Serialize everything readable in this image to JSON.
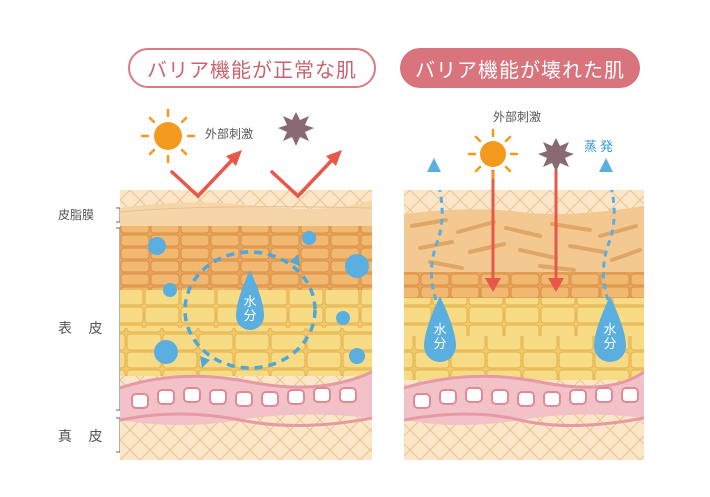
{
  "titles": {
    "normal": "バリア機能が正常な肌",
    "broken": "バリア機能が壊れた肌"
  },
  "labels": {
    "external_left": "外部刺激",
    "external_right": "外部刺激",
    "evaporation": "蒸発",
    "water": "水分"
  },
  "layers": {
    "sebum": "皮脂膜",
    "epidermis": "表 皮",
    "dermis": "真 皮"
  },
  "icons": [
    "sun-icon",
    "irritant-icon",
    "water-drop-icon"
  ],
  "colors": {
    "title_outline": "#d97b83",
    "title_fill": "#d9737c",
    "arrow": "#e8584a",
    "water": "#5aaee0",
    "sun": "#f39a1e",
    "irritant": "#8a6a72"
  }
}
